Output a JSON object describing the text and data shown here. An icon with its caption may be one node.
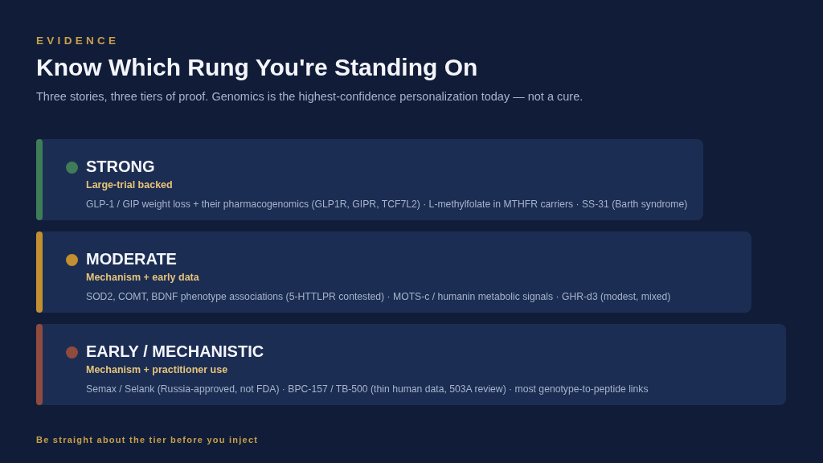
{
  "diagram": {
    "title": "Know Which Rung You're Standing On",
    "caption": "Be straight about the tier before you inject",
    "nodes": [
      {
        "text": [
          "STRONG",
          "Large-trial backed",
          "GLP-1 / GIP weight loss + their pharmacogenomics (GLP1R, GIPR, TCF7L2) · L-methylfolate in MTHFR carriers · SS-31 (Barth syndrome)"
        ]
      },
      {
        "text": [
          "MODERATE",
          "Mechanism + early data",
          "SOD2, COMT, BDNF phenotype associations (5-HTTLPR contested) · MOTS-c / humanin metabolic signals · GHR-d3 (modest, mixed)"
        ]
      },
      {
        "text": [
          "EARLY / MECHANISTIC",
          "Mechanism + practitioner use",
          "Semax / Selank (Russia-approved, not FDA) · BPC-157 / TB-500 (thin human data, 503A review) · most genotype-to-peptide links"
        ]
      }
    ],
    "labels": [
      "EVIDENCE",
      "Three stories, three tiers of proof. Genomics is the highest-confidence personalization today — not a cure."
    ]
  }
}
